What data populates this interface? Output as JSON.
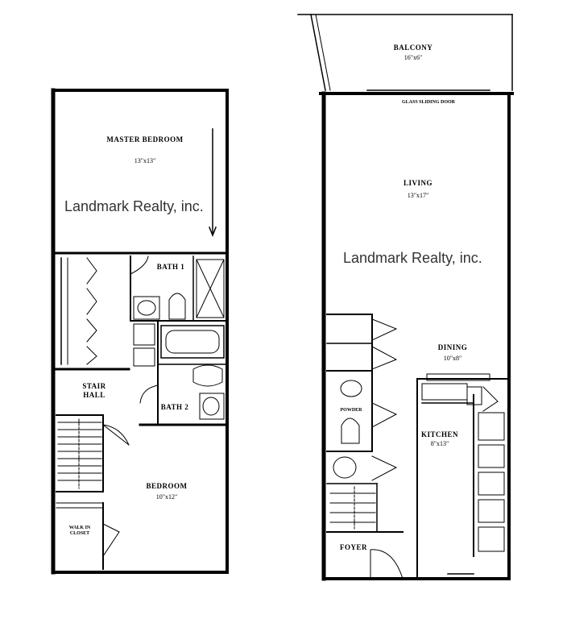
{
  "watermark": "Landmark Realty, inc.",
  "upper_floor": {
    "master_bedroom": {
      "name": "MASTER BEDROOM",
      "dims": "13\"x13\""
    },
    "bath1": {
      "name": "BATH 1"
    },
    "bath2": {
      "name": "BATH 2"
    },
    "stair_hall": {
      "name": "STAIR HALL"
    },
    "bedroom": {
      "name": "BEDROOM",
      "dims": "10\"x12\""
    },
    "walk_in_closet": "WALK IN CLOSET"
  },
  "main_floor": {
    "balcony": {
      "name": "BALCONY",
      "dims": "16\"x6\""
    },
    "glass_door": "GLASS SLIDING DOOR",
    "living": {
      "name": "LIVING",
      "dims": "13\"x17\""
    },
    "dining": {
      "name": "DINING",
      "dims": "10\"x8\""
    },
    "kitchen": {
      "name": "KITCHEN",
      "dims": "8\"x13\""
    },
    "powder": "POWDER",
    "foyer": "FOYER"
  }
}
